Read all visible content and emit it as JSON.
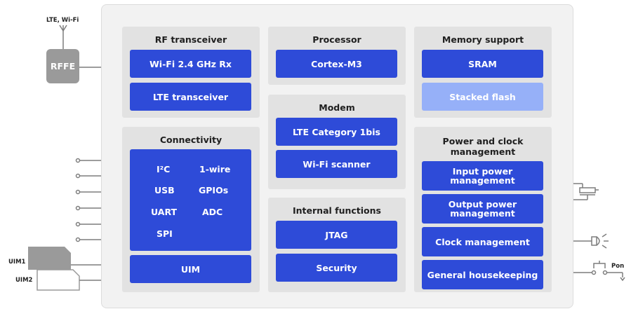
{
  "antenna_label": "LTE, Wi-Fi",
  "rffe_label": "RFFE",
  "uim_labels": [
    "UIM1",
    "UIM2"
  ],
  "pon_label": "Pon",
  "rf": {
    "title": "RF transceiver",
    "blocks": [
      "Wi-Fi 2.4 GHz Rx",
      "LTE transceiver"
    ]
  },
  "processor": {
    "title": "Processor",
    "blocks": [
      "Cortex-M3"
    ]
  },
  "memory": {
    "title": "Memory support",
    "blocks": [
      "SRAM",
      "Stacked flash"
    ]
  },
  "modem": {
    "title": "Modem",
    "blocks": [
      "LTE Category 1bis",
      "Wi-Fi scanner"
    ]
  },
  "connectivity": {
    "title": "Connectivity",
    "interfaces": [
      "I²C",
      "1-wire",
      "USB",
      "GPIOs",
      "UART",
      "ADC",
      "SPI"
    ],
    "uim": "UIM"
  },
  "internal": {
    "title": "Internal functions",
    "blocks": [
      "JTAG",
      "Security"
    ]
  },
  "power": {
    "title": "Power and clock management",
    "blocks": [
      "Input power management",
      "Output power management",
      "Clock management",
      "General housekeeping"
    ]
  },
  "colors": {
    "block": "#2e4bd8",
    "block_light": "#96b0f8",
    "panel": "#e2e2e2",
    "chip": "#f2f2f2"
  }
}
